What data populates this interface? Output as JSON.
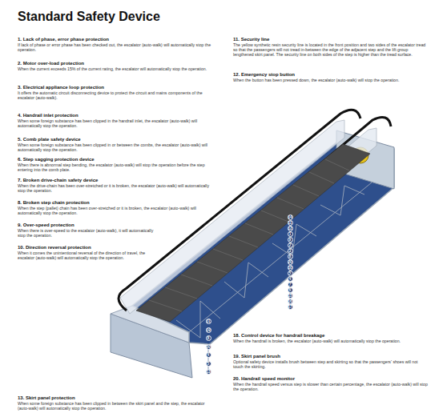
{
  "diagram": {
    "title": "Standard Safety Device",
    "nodes": [
      {
        "text": [
          "14"
        ]
      },
      {
        "text": [
          "11"
        ]
      },
      {
        "text": [
          "12"
        ]
      },
      {
        "text": [
          "1"
        ]
      },
      {
        "text": [
          "9"
        ]
      },
      {
        "text": [
          "2"
        ]
      },
      {
        "text": [
          "3"
        ]
      },
      {
        "text": [
          "8"
        ]
      },
      {
        "text": [
          "20"
        ]
      },
      {
        "text": [
          "10"
        ]
      },
      {
        "text": [
          "5"
        ]
      },
      {
        "text": [
          "4"
        ]
      },
      {
        "text": [
          "7"
        ]
      },
      {
        "text": [
          "6"
        ]
      },
      {
        "text": [
          "15"
        ]
      },
      {
        "text": [
          "16"
        ]
      },
      {
        "text": [
          "17"
        ]
      },
      {
        "text": [
          "11"
        ]
      },
      {
        "text": [
          "19"
        ]
      },
      {
        "text": [
          "8"
        ]
      },
      {
        "text": [
          "20"
        ]
      },
      {
        "text": [
          "4"
        ]
      },
      {
        "text": [
          "5"
        ]
      },
      {
        "text": [
          "13"
        ]
      }
    ],
    "labels": [
      "1. Lack of phase, error phase protection",
      "If lack of phase or error phase has been checked out, the escalator (auto-walk) will automatically stop the operation.",
      "2. Motor over-load protection",
      "When the current exceeds 15% of the current rating, the escalator will automatically stop the operation.",
      "3. Electrical appliance loop protection",
      "It offers the automatic circuit disconnecting device to protect the circuit and mains components of the escalator (auto-walk).",
      "4. Handrail inlet protection",
      "When some foreign substance has been clipped in the handrail inlet, the escalator (auto-walk) will automatically stop the operation.",
      "5. Comb plate safety device",
      "When some foreign substance has been clipped in or between the combs, the escalator (auto-walk) will automatically stop the operation.",
      "6. Step sagging protection device",
      "When there is abnormal step bending, the escalator (auto-walk) will stop the operation before the step entering into the comb plate.",
      "7. Broken drive-chain safety device",
      "When the drive-chain has been over-stretched or it is broken, the escalator (auto-walk) will automatically stop the operation.",
      "8. Broken step chain protection",
      "When the step (pallet) chain has been over-stretched or it is broken, the escalator (auto-walk) will automatically stop the operation.",
      "9. Over-speed protection",
      "When there is over-speed to the escalator (auto-walk), it will automatically stop the operation.",
      "10. Direction reversal protection",
      "When it comes the unintentional reversal of the direction of travel, the escalator (auto-walk) will automatically stop the operation.",
      "11. Security line",
      "The yellow synthetic resin security line is located in the front position and two sides of the escalator tread so that the passengers will not tread in-between the edge of the adjacent step and the lift group lengthened skirt panel. The security line on both sides of the step is higher than the tread surface.",
      "12. Emergency stop button",
      "When the button has been pressed down, the escalator (auto-walk) will stop the operation.",
      "18. Control device for handrail breakage",
      "When the handrail is broken, the escalator (auto-walk) will automatically stop the operation.",
      "19. Skirt panel brush",
      "Optional safety device installs brush between step and skirting so that the passengers' shoes will not touch the skirting.",
      "20. Handrail speed monitor",
      "When the handrail speed versus step is slower than certain percentage, the escalator (auto-walk) will stop the operation.",
      "13. Skirt panel protection",
      "When some foreign substance has been clipped in between the skirt panel and the step, the escalator (auto-walk) will automatically stop the operation."
    ]
  }
}
